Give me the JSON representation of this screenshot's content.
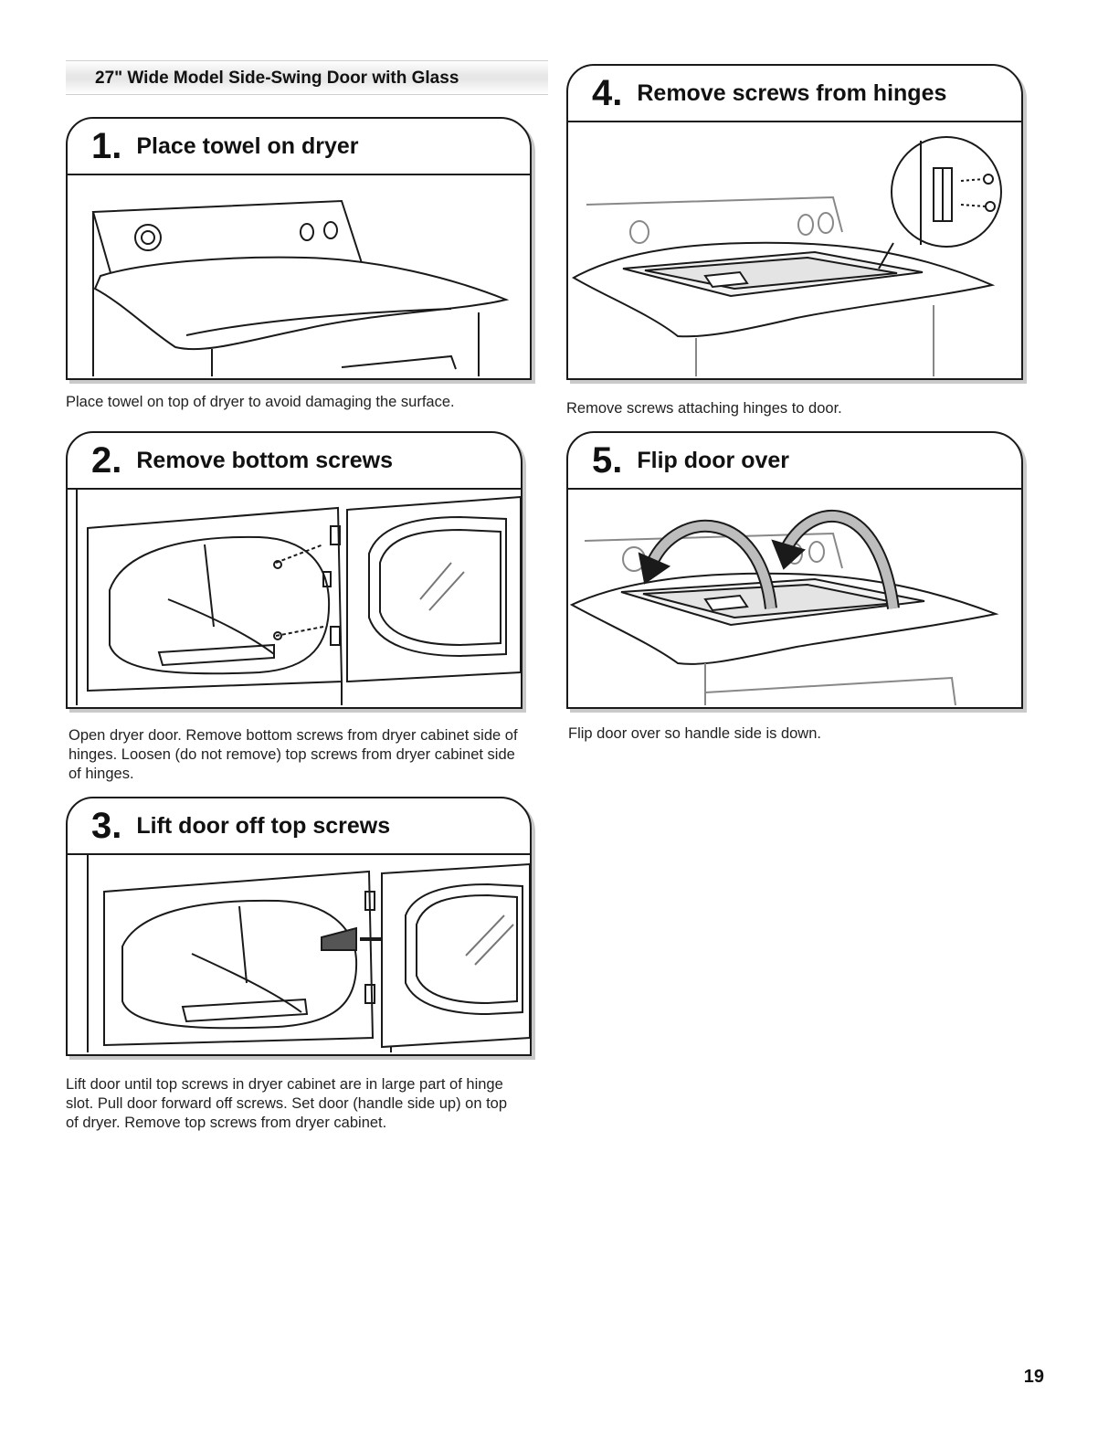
{
  "section_header": "27\" Wide Model Side-Swing Door with Glass",
  "steps": [
    {
      "number": "1.",
      "title": "Place towel on dryer",
      "caption": "Place towel on top of dryer to avoid damaging the surface."
    },
    {
      "number": "2.",
      "title": "Remove bottom screws",
      "caption": "Open dryer door. Remove bottom screws from dryer cabinet side of hinges. Loosen (do not remove) top screws from dryer cabinet side of hinges."
    },
    {
      "number": "3.",
      "title": "Lift door off top screws",
      "caption": "Lift door until top screws in dryer cabinet are in large part of hinge slot. Pull door forward off screws. Set door (handle side up) on top of dryer. Remove top screws from dryer cabinet."
    },
    {
      "number": "4.",
      "title": "Remove screws from hinges",
      "caption": "Remove screws attaching hinges to door."
    },
    {
      "number": "5.",
      "title": "Flip door over",
      "caption": "Flip door over so handle side is down."
    }
  ],
  "page_number": "19"
}
